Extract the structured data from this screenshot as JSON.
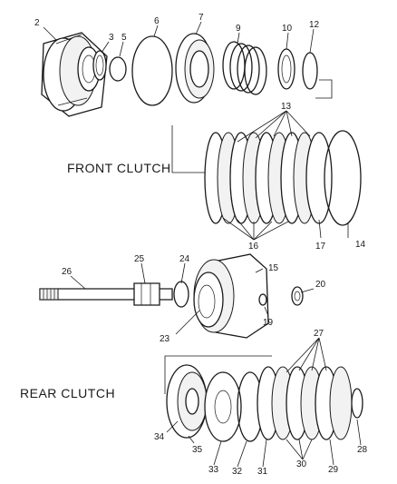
{
  "sections": {
    "front": "FRONT CLUTCH",
    "rear": "REAR CLUTCH"
  },
  "callouts": {
    "c2": "2",
    "c3": "3",
    "c5": "5",
    "c6": "6",
    "c7": "7",
    "c9": "9",
    "c10": "10",
    "c12": "12",
    "c13": "13",
    "c14": "14",
    "c15": "15",
    "c16": "16",
    "c17": "17",
    "c19": "19",
    "c20": "20",
    "c23": "23",
    "c24": "24",
    "c25": "25",
    "c26": "26",
    "c27": "27",
    "c28": "28",
    "c29": "29",
    "c30": "30",
    "c31": "31",
    "c32": "32",
    "c33": "33",
    "c34": "34",
    "c35": "35"
  }
}
